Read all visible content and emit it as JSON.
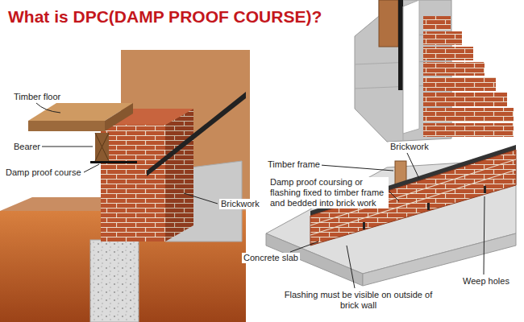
{
  "diagram": {
    "title": "What is DPC(DAMP PROOF COURSE)?",
    "labels": [
      "Timber floor",
      "Bearer",
      "Damp proof course",
      "Brickwork",
      "Brickwork",
      "Timber frame",
      "Damp proof coursing or flashing fixed to timber frame and bedded into brick work",
      "Concrete slab",
      "Weep holes",
      "Flashing must be visible on outside of brick wall"
    ]
  }
}
